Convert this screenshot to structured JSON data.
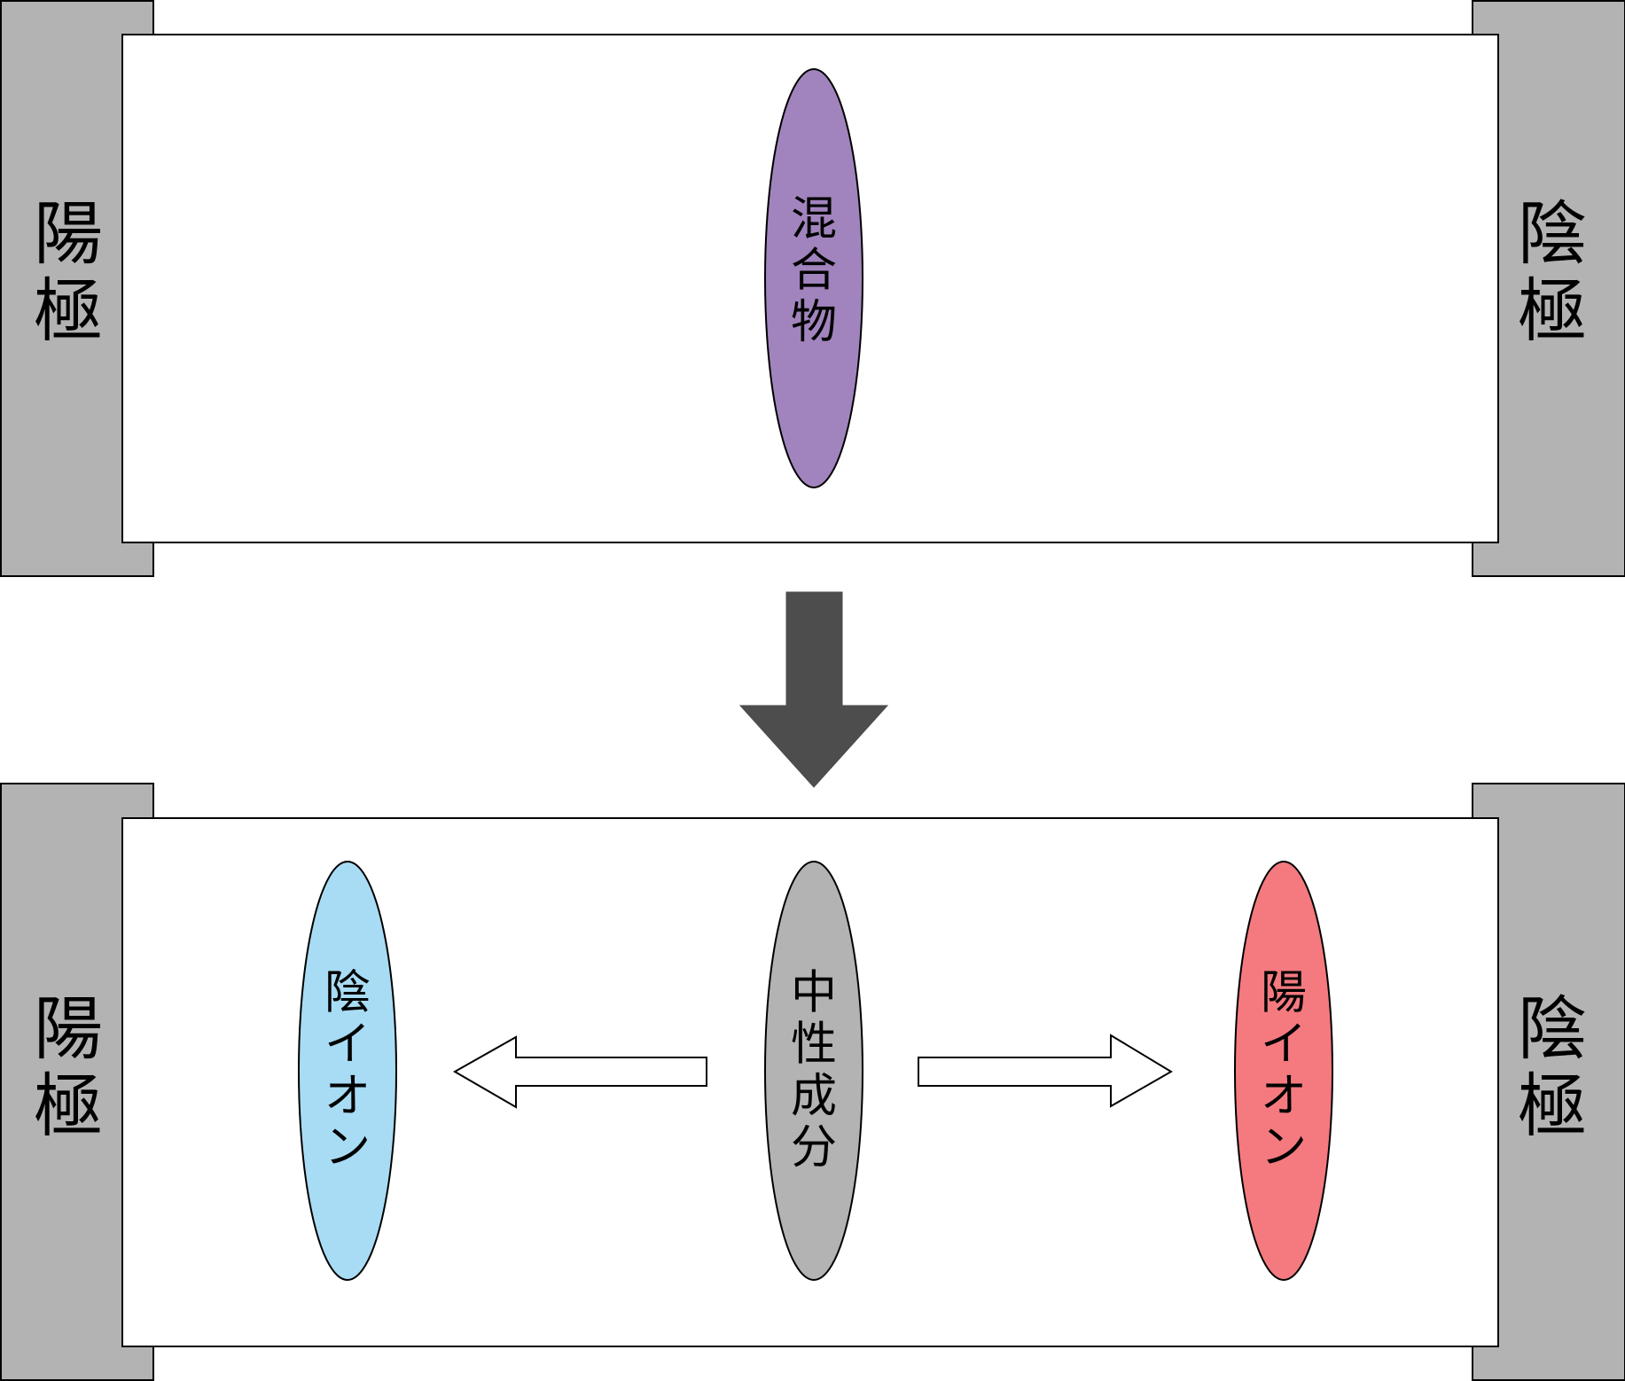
{
  "colors": {
    "electrode": "#b3b3b3",
    "mixture": "#a184bd",
    "neutral": "#b3b3b3",
    "anion": "#a8dcf4",
    "cation": "#f47a7f",
    "down_arrow": "#4d4d4d"
  },
  "top_panel": {
    "anode_label": "陽極",
    "cathode_label": "陰極",
    "mixture_label": "混合物"
  },
  "bottom_panel": {
    "anode_label": "陽極",
    "cathode_label": "陰極",
    "anion_label": "陰イオン",
    "neutral_label": "中性成分",
    "cation_label": "陽イオン"
  },
  "icons": {
    "transition": "arrow-down-icon",
    "move_left": "arrow-left-icon",
    "move_right": "arrow-right-icon"
  }
}
